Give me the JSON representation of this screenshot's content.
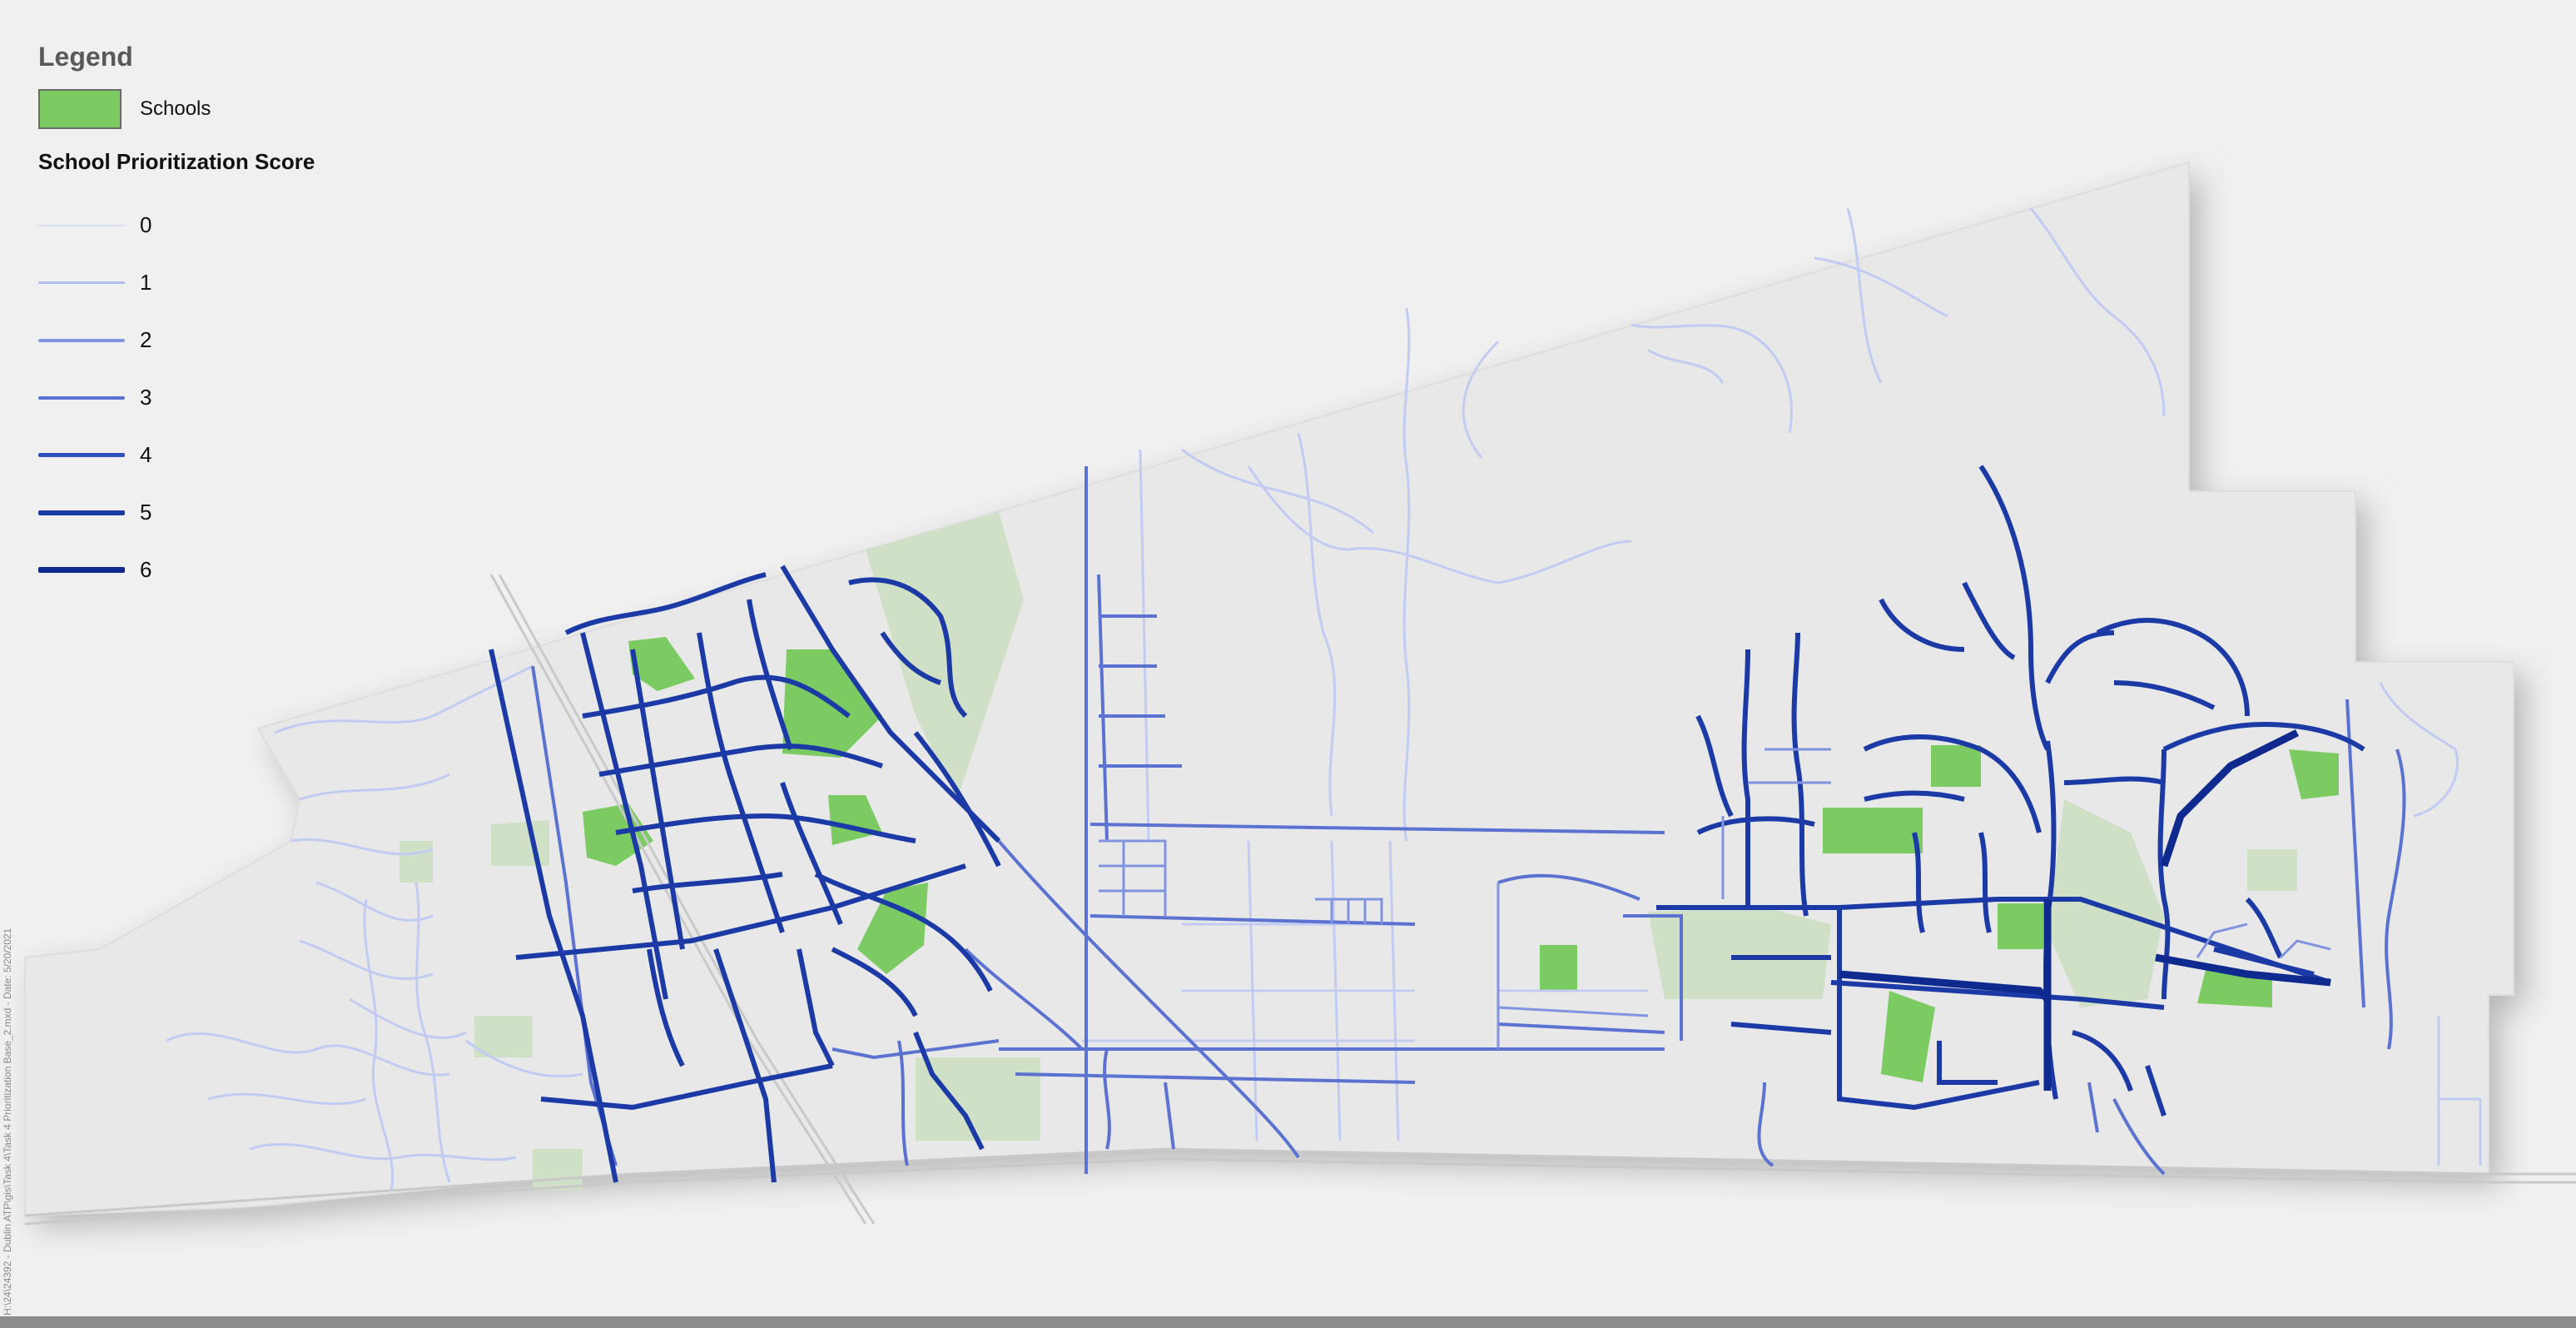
{
  "legend": {
    "title": "Legend",
    "schools_label": "Schools",
    "score_title": "School Prioritization Score",
    "scores": [
      {
        "label": "0",
        "color": "#d6dcf5",
        "width": 2
      },
      {
        "label": "1",
        "color": "#b0bdee",
        "width": 3
      },
      {
        "label": "2",
        "color": "#8396e0",
        "width": 4
      },
      {
        "label": "3",
        "color": "#5b72d0",
        "width": 4
      },
      {
        "label": "4",
        "color": "#3150bd",
        "width": 5
      },
      {
        "label": "5",
        "color": "#1c3aa6",
        "width": 6
      },
      {
        "label": "6",
        "color": "#0f2a8f",
        "width": 7
      }
    ]
  },
  "side_note": "H:\\24\\24392 - Dublin ATP\\gis\\Task 4\\Task 4 Prioritization Base_2.mxd - Date: 5/20/2021",
  "colors": {
    "background": "#f0f0f0",
    "city_fill": "#e9e9e9",
    "school_fill": "#7ccb62",
    "park_fill": "#cfe0c6"
  }
}
